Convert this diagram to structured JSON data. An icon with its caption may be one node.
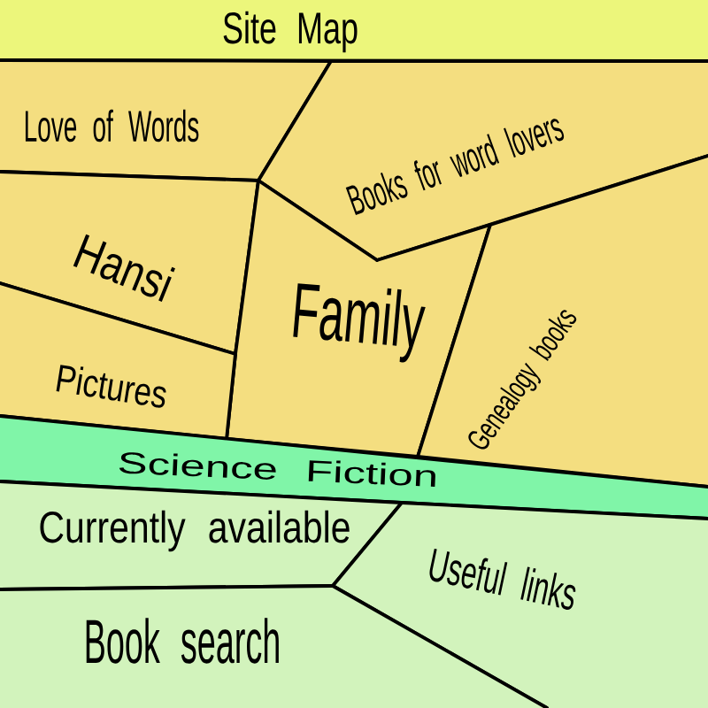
{
  "diagram": {
    "nodes": [
      {
        "text": [
          "Site Map"
        ]
      },
      {
        "text": [
          "Love of Words"
        ]
      },
      {
        "text": [
          "Books for word lovers"
        ]
      },
      {
        "text": [
          "Hansi"
        ]
      },
      {
        "text": [
          "Family"
        ]
      },
      {
        "text": [
          "Pictures"
        ]
      },
      {
        "text": [
          "Genealogy books"
        ]
      },
      {
        "text": [
          "Science Fiction"
        ]
      },
      {
        "text": [
          "Currently available"
        ]
      },
      {
        "text": [
          "Useful links"
        ]
      },
      {
        "text": [
          "Book search"
        ]
      }
    ]
  }
}
